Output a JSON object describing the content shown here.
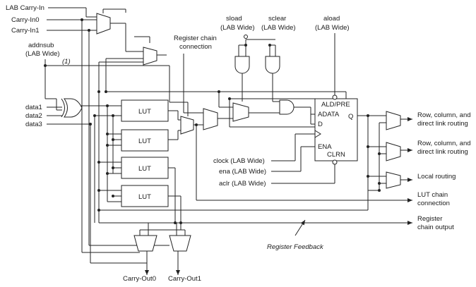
{
  "inputs": {
    "lab_carry_in": "LAB Carry-In",
    "carry_in0": "Carry-In0",
    "carry_in1": "Carry-In1",
    "addnsub": "addnsub",
    "addnsub_scope": "(LAB Wide)",
    "footnote_marker": "(1)",
    "data1": "data1",
    "data2": "data2",
    "data3": "data3"
  },
  "controls": {
    "sload": "sload",
    "sload_scope": "(LAB Wide)",
    "sclear": "sclear",
    "sclear_scope": "(LAB Wide)",
    "aload": "aload",
    "aload_scope": "(LAB Wide)",
    "register_chain_connection_line1": "Register chain",
    "register_chain_connection_line2": "connection",
    "clock": "clock (LAB Wide)",
    "ena": "ena (LAB Wide)",
    "aclr": "aclr (LAB Wide)"
  },
  "luts": [
    "LUT",
    "LUT",
    "LUT",
    "LUT"
  ],
  "register": {
    "ald_pre": "ALD/PRE",
    "adata": "ADATA",
    "q": "Q",
    "d": "D",
    "ena": "ENA",
    "clrn": "CLRN"
  },
  "outputs": {
    "row_column_1_line1": "Row, column, and",
    "row_column_1_line2": "direct link routing",
    "row_column_2_line1": "Row, column, and",
    "row_column_2_line2": "direct link routing",
    "local_routing": "Local routing",
    "lut_chain_line1": "LUT chain",
    "lut_chain_line2": "connection",
    "register_chain_output_line1": "Register",
    "register_chain_output_line2": "chain output",
    "register_feedback": "Register Feedback",
    "carry_out0": "Carry-Out0",
    "carry_out1": "Carry-Out1"
  }
}
